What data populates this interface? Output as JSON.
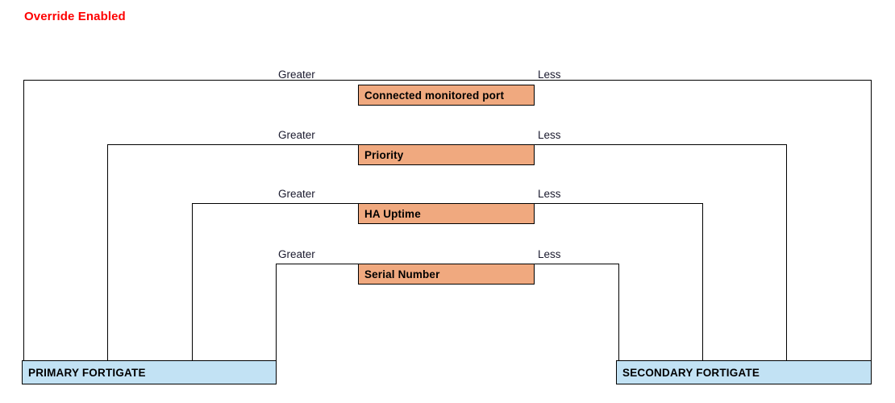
{
  "diagram": {
    "title": "Override Enabled",
    "title_color": "#fe0000",
    "criteria_box_color": "#f0a97f",
    "device_box_color": "#c2e2f4",
    "line_color": "#000000",
    "criteria": [
      {
        "label": "Connected monitored port",
        "greater_label": "Greater",
        "less_label": "Less",
        "order": 1
      },
      {
        "label": "Priority",
        "greater_label": "Greater",
        "less_label": "Less",
        "order": 2
      },
      {
        "label": "HA Uptime",
        "greater_label": "Greater",
        "less_label": "Less",
        "order": 3
      },
      {
        "label": "Serial Number",
        "greater_label": "Greater",
        "less_label": "Less",
        "order": 4
      }
    ],
    "devices": {
      "primary": "PRIMARY FORTIGATE",
      "secondary": "SECONDARY FORTIGATE"
    }
  }
}
